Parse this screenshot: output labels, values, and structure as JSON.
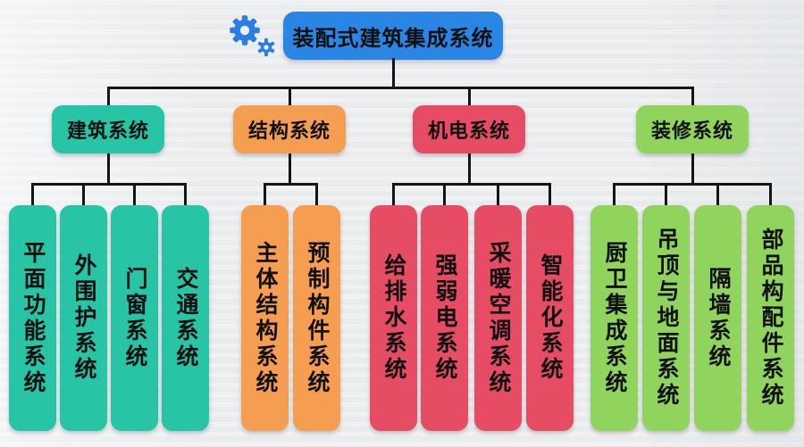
{
  "title": "装配式建筑集成系统",
  "root": {
    "label": "装配式建筑集成系统",
    "color": "#2a86e4"
  },
  "icon": {
    "name": "gears-icon",
    "color": "#2b7de4"
  },
  "line_color": "#141414",
  "branches": [
    {
      "label": "建筑系统",
      "color": "#27c4a6",
      "children": [
        {
          "label": "平面功能系统"
        },
        {
          "label": "外围护系统"
        },
        {
          "label": "门窗系统"
        },
        {
          "label": "交通系统"
        }
      ]
    },
    {
      "label": "结构系统",
      "color": "#f59d51",
      "children": [
        {
          "label": "主体结构系统"
        },
        {
          "label": "预制构件系统"
        }
      ]
    },
    {
      "label": "机电系统",
      "color": "#e64d64",
      "children": [
        {
          "label": "给排水系统"
        },
        {
          "label": "强弱电系统"
        },
        {
          "label": "采暖空调系统"
        },
        {
          "label": "智能化系统"
        }
      ]
    },
    {
      "label": "装修系统",
      "color": "#90d45e",
      "children": [
        {
          "label": "厨卫集成系统"
        },
        {
          "label": "吊顶与地面系统"
        },
        {
          "label": "隔墙系统"
        },
        {
          "label": "部品构配件系统"
        }
      ]
    }
  ]
}
